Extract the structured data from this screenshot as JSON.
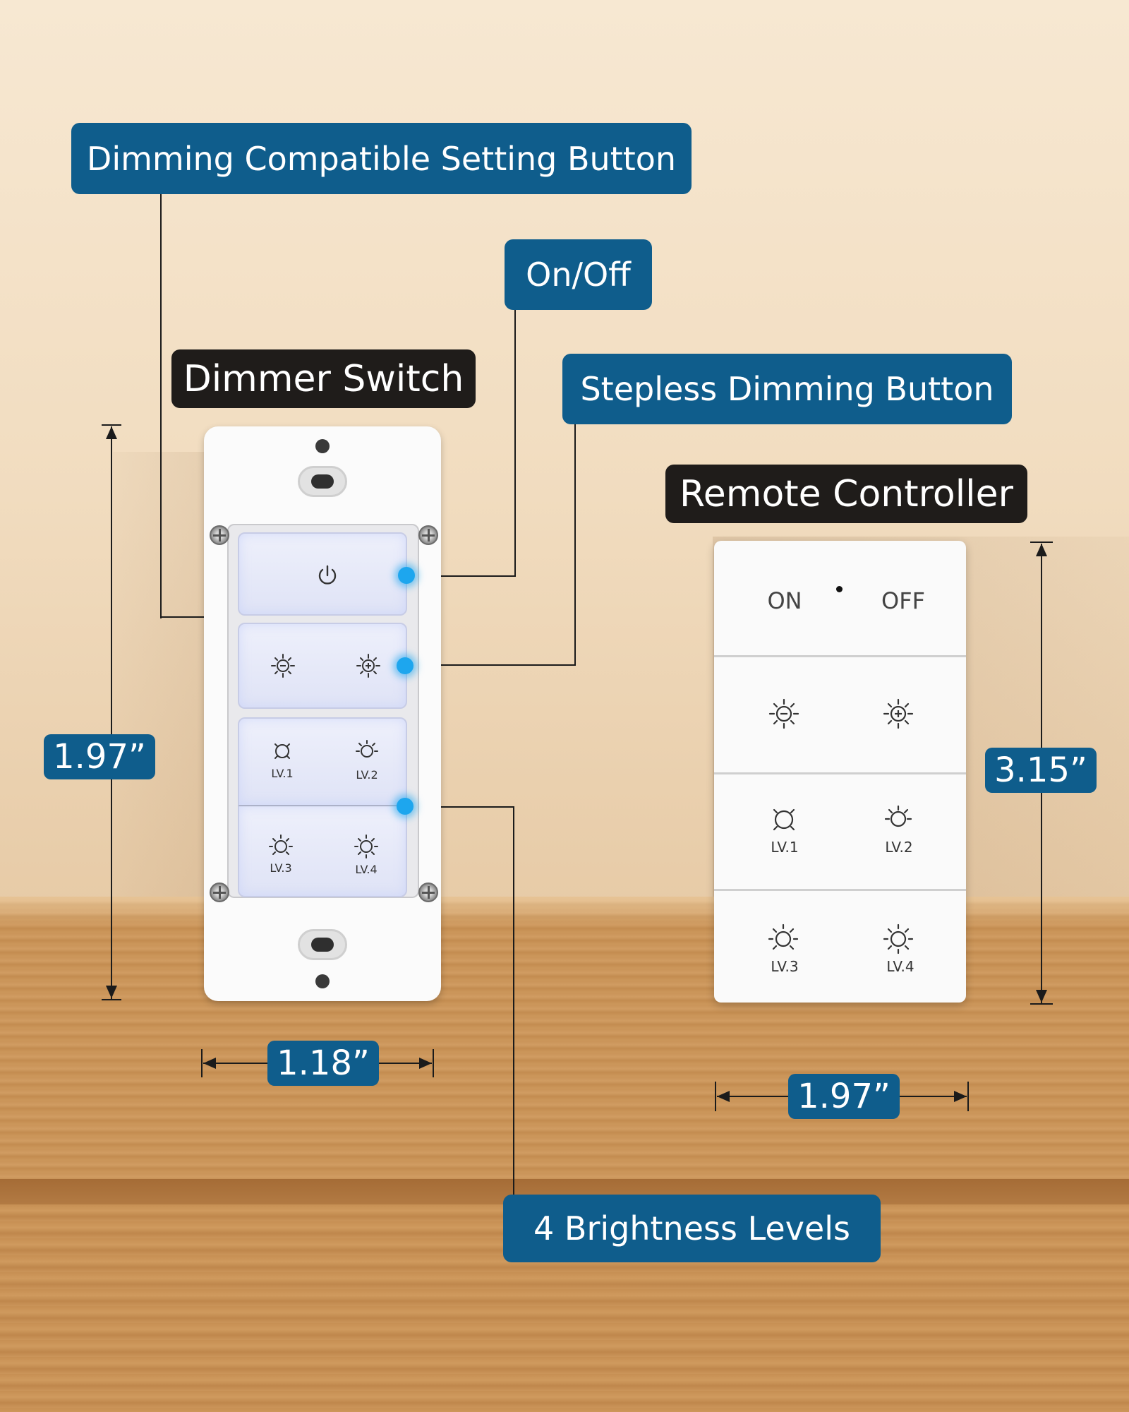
{
  "labels": {
    "dimming_compatible": "Dimming Compatible Setting Button",
    "on_off": "On/Off",
    "dimmer_switch": "Dimmer Switch",
    "stepless_dimming": "Stepless Dimming Button",
    "remote_controller": "Remote Controller",
    "brightness_levels": "4 Brightness Levels"
  },
  "dimensions": {
    "switch_height": "1.97”",
    "switch_width": "1.18”",
    "remote_height": "3.15”",
    "remote_width": "1.97”"
  },
  "switch_buttons": {
    "lv1": "LV.1",
    "lv2": "LV.2",
    "lv3": "LV.3",
    "lv4": "LV.4"
  },
  "remote_buttons": {
    "on": "ON",
    "off": "OFF",
    "lv1": "LV.1",
    "lv2": "LV.2",
    "lv3": "LV.3",
    "lv4": "LV.4"
  },
  "icons": {
    "power": "power-icon",
    "dim_down": "brightness-down-icon",
    "dim_up": "brightness-up-icon",
    "level": "sun-icon"
  },
  "colors": {
    "label_blue": "#0f5d8c",
    "label_dark": "#1f1c1a",
    "indicator": "#1da6ee"
  }
}
